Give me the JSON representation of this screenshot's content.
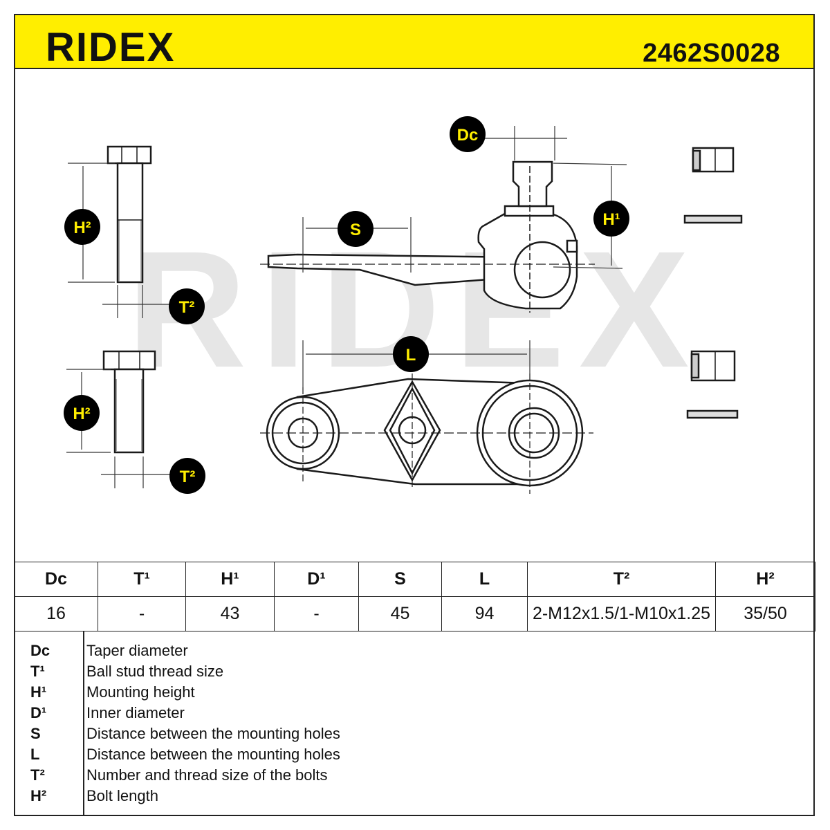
{
  "header": {
    "brand": "RIDEX",
    "part_number": "2462S0028",
    "color": "#ffee00"
  },
  "drawing": {
    "watermark": "RIDEX",
    "labels": {
      "dc": "Dc",
      "s": "S",
      "h1": "H¹",
      "l": "L",
      "h2": "H²",
      "t2": "T²"
    },
    "label_bubble_color": "#000000",
    "label_text_color": "#ffee00"
  },
  "specs": {
    "headers": [
      "Dc",
      "T¹",
      "H¹",
      "D¹",
      "S",
      "L",
      "T²",
      "H²"
    ],
    "values": [
      "16",
      "-",
      "43",
      "-",
      "45",
      "94",
      "2-M12x1.5/1-M10x1.25",
      "35/50"
    ]
  },
  "legend": [
    {
      "symbol": "Dc",
      "description": "Taper diameter"
    },
    {
      "symbol": "T¹",
      "description": "Ball stud thread size"
    },
    {
      "symbol": "H¹",
      "description": "Mounting height"
    },
    {
      "symbol": "D¹",
      "description": "Inner diameter"
    },
    {
      "symbol": "S",
      "description": "Distance between the mounting holes"
    },
    {
      "symbol": "L",
      "description": "Distance between the mounting holes"
    },
    {
      "symbol": "T²",
      "description": "Number and thread size of the bolts"
    },
    {
      "symbol": "H²",
      "description": "Bolt length"
    }
  ]
}
